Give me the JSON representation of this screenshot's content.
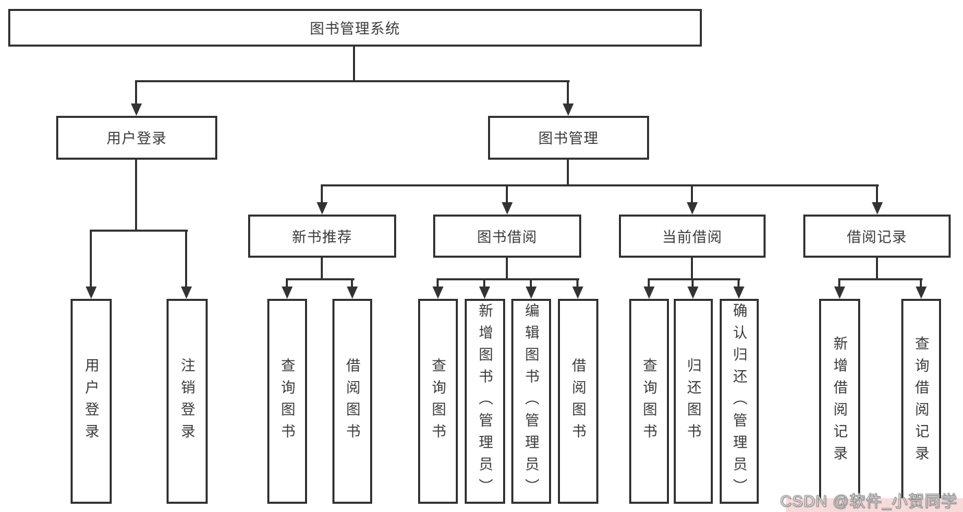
{
  "diagram": {
    "root": {
      "label": "图书管理系统"
    },
    "level2": {
      "user_login": {
        "label": "用户登录"
      },
      "book_management": {
        "label": "图书管理"
      }
    },
    "level3": {
      "new_book_recommend": {
        "label": "新书推荐"
      },
      "book_borrow": {
        "label": "图书借阅"
      },
      "current_borrow": {
        "label": "当前借阅"
      },
      "borrow_records": {
        "label": "借阅记录"
      }
    },
    "leaves": {
      "user_login_leaf": {
        "label": "用户登录"
      },
      "logout_leaf": {
        "label": "注销登录"
      },
      "rec_query_books": {
        "label": "查询图书"
      },
      "rec_borrow_books": {
        "label": "借阅图书"
      },
      "borrow_query_books": {
        "label": "查询图书"
      },
      "add_books_admin": {
        "label": "新增图书（管理员）"
      },
      "edit_books_admin": {
        "label": "编辑图书（管理员）"
      },
      "borrow_borrow_books": {
        "label": "借阅图书"
      },
      "cur_query_books": {
        "label": "查询图书"
      },
      "return_books": {
        "label": "归还图书"
      },
      "confirm_return_admin": {
        "label": "确认归还（管理员）"
      },
      "add_borrow_record": {
        "label": "新增借阅记录"
      },
      "query_borrow_record": {
        "label": "查询借阅记录"
      }
    }
  },
  "watermark": {
    "text": "CSDN @软件_小贺同学"
  },
  "colors": {
    "line": "#333333",
    "text": "#3a3a3a",
    "watermark_strip": "#f7dada"
  }
}
